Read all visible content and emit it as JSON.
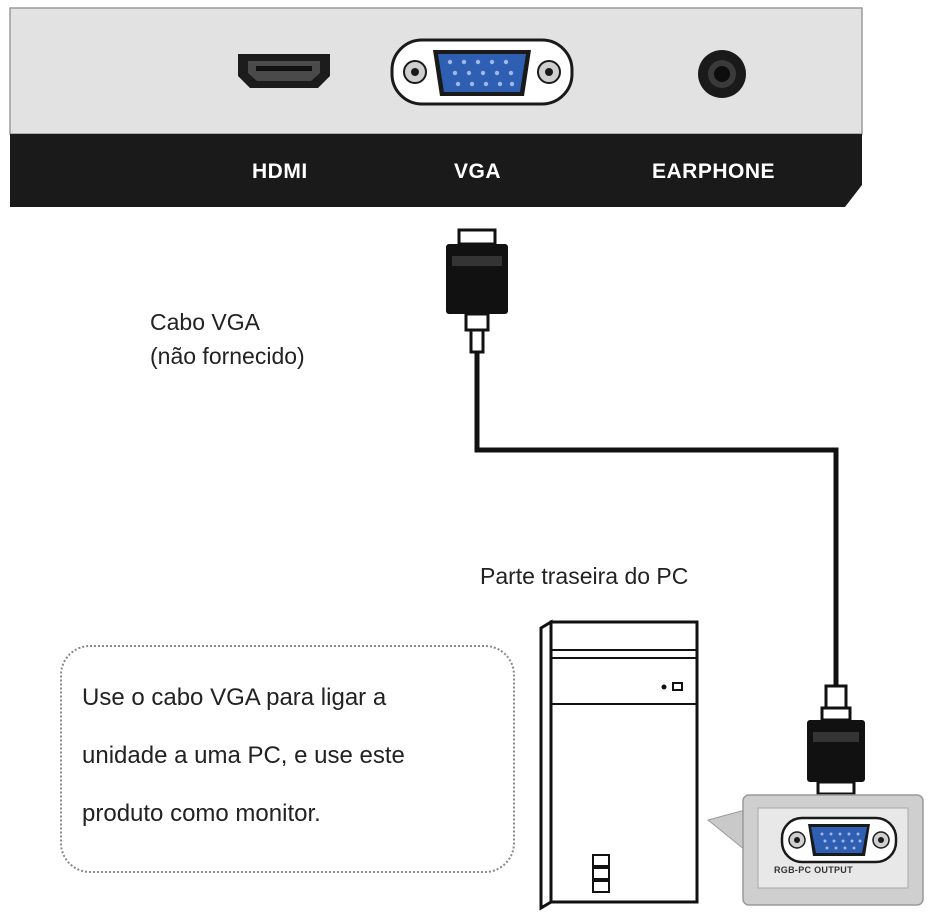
{
  "panel": {
    "ports": [
      {
        "label": "HDMI",
        "icon": "hdmi-port-icon"
      },
      {
        "label": "VGA",
        "icon": "vga-port-icon"
      },
      {
        "label": "EARPHONE",
        "icon": "earphone-jack-icon"
      }
    ]
  },
  "cable_label": {
    "line1": "Cabo VGA",
    "line2": "(não fornecido)"
  },
  "pc_label": "Parte traseira do PC",
  "note": {
    "line1": "Use o cabo VGA para ligar a",
    "line2": "unidade a uma PC, e use este",
    "line3": "produto como monitor."
  },
  "pc_port_label": "RGB-PC OUTPUT",
  "colors": {
    "panel_bg": "#e2e2e2",
    "label_bar": "#1a1a1a",
    "vga_blue": "#2f5fb3"
  }
}
